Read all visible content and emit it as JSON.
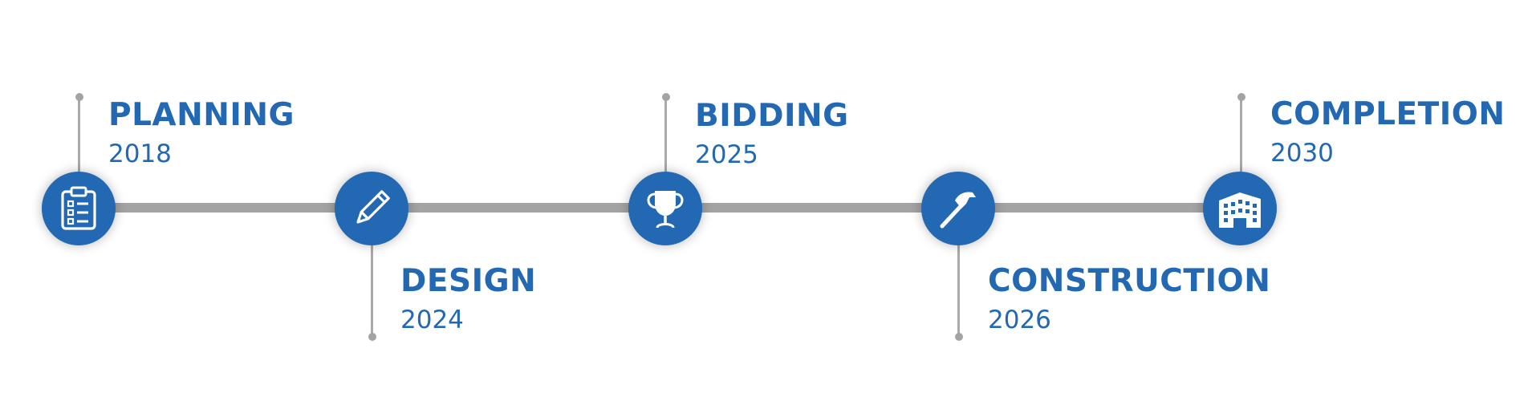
{
  "colors": {
    "accent": "#2268b2",
    "line": "#a3a3a3",
    "background": "#ffffff"
  },
  "milestones": [
    {
      "title": "PLANNING",
      "year": "2018",
      "icon": "clipboard-checklist-icon",
      "label_position": "above"
    },
    {
      "title": "DESIGN",
      "year": "2024",
      "icon": "pencil-icon",
      "label_position": "below"
    },
    {
      "title": "BIDDING",
      "year": "2025",
      "icon": "trophy-icon",
      "label_position": "above"
    },
    {
      "title": "CONSTRUCTION",
      "year": "2026",
      "icon": "hammer-icon",
      "label_position": "below"
    },
    {
      "title": "COMPLETION",
      "year": "2030",
      "icon": "building-icon",
      "label_position": "above"
    }
  ]
}
